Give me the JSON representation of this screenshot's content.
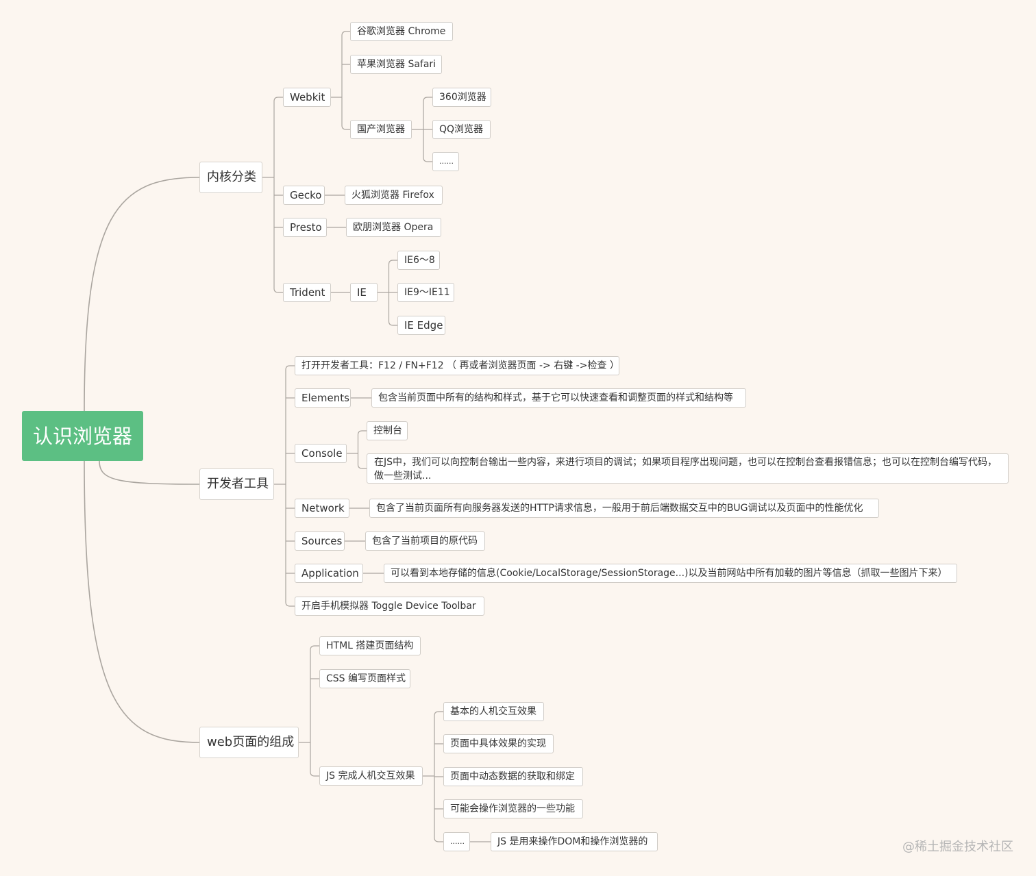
{
  "root": "认识浏览器",
  "watermark": "@稀土掘金技术社区",
  "colors": {
    "root_bg": "#5cbf83",
    "line": "#aaa59f",
    "canvas_bg": "#fcf6f0"
  },
  "nodes": {
    "kernel": "内核分类",
    "webkit": "Webkit",
    "chrome": "谷歌浏览器 Chrome",
    "safari": "苹果浏览器 Safari",
    "domestic": "国产浏览器",
    "b360": "360浏览器",
    "qq": "QQ浏览器",
    "dots1": "......",
    "gecko": "Gecko",
    "firefox": "火狐浏览器 Firefox",
    "presto": "Presto",
    "opera": "欧朋浏览器 Opera",
    "trident": "Trident",
    "ie": "IE",
    "ie68": "IE6～8",
    "ie911": "IE9～IE11",
    "edge": "IE Edge",
    "devtools": "开发者工具",
    "open": "打开开发者工具：F12 / FN+F12 （ 再或者浏览器页面 -> 右键 ->检查 ）",
    "elements": "Elements",
    "elements_desc": "包含当前页面中所有的结构和样式，基于它可以快速查看和调整页面的样式和结构等",
    "console": "Console",
    "console_tab": "控制台",
    "console_desc": "在JS中，我们可以向控制台输出一些内容，来进行项目的调试；如果项目程序出现问题，也可以在控制台查看报错信息；也可以在控制台编写代码，做一些测试...",
    "network": "Network",
    "network_desc": "包含了当前页面所有向服务器发送的HTTP请求信息，一般用于前后端数据交互中的BUG调试以及页面中的性能优化",
    "sources": "Sources",
    "sources_desc": "包含了当前项目的原代码",
    "application": "Application",
    "application_desc": "可以看到本地存储的信息(Cookie/LocalStorage/SessionStorage...)以及当前网站中所有加载的图片等信息（抓取一些图片下来）",
    "toggle": "开启手机模拟器 Toggle Device Toolbar",
    "web": "web页面的组成",
    "html": "HTML 搭建页面结构",
    "css": "CSS 编写页面样式",
    "js": "JS 完成人机交互效果",
    "js1": "基本的人机交互效果",
    "js2": "页面中具体效果的实现",
    "js3": "页面中动态数据的获取和绑定",
    "js4": "可能会操作浏览器的一些功能",
    "dots2": "......",
    "js_dom": "JS 是用来操作DOM和操作浏览器的"
  }
}
